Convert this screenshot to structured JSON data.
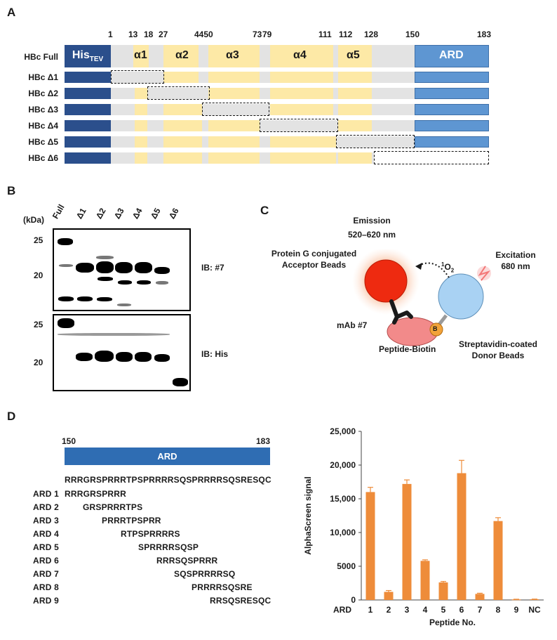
{
  "panel_labels": {
    "a": "A",
    "b": "B",
    "c": "C",
    "d": "D"
  },
  "panelA": {
    "positions": [
      "1",
      "13",
      "18",
      "27",
      "4450",
      "73",
      "79",
      "111",
      "112",
      "128",
      "150",
      "183"
    ],
    "full_label": "HBc Full",
    "his_main": "His",
    "his_sub": "TEV",
    "helices": [
      "α1",
      "α2",
      "α3",
      "α4",
      "α5"
    ],
    "ard": "ARD",
    "deletions": [
      "HBc Δ1",
      "HBc Δ2",
      "HBc Δ3",
      "HBc Δ4",
      "HBc Δ5",
      "HBc Δ6"
    ]
  },
  "panelB": {
    "kda": "(kDa)",
    "lanes": [
      "Full",
      "Δ1",
      "Δ2",
      "Δ3",
      "Δ4",
      "Δ5",
      "Δ6"
    ],
    "top_markers": [
      "25",
      "20"
    ],
    "bottom_markers": [
      "25",
      "20"
    ],
    "ib_top": "IB: #7",
    "ib_bottom": "IB: His"
  },
  "panelC": {
    "emission_line1": "Emission",
    "emission_line2": "520–620 nm",
    "acceptor_line1": "Protein G conjugated",
    "acceptor_line2": "Acceptor Beads",
    "oxygen_sup": "1",
    "oxygen": "O",
    "oxygen_sub": "2",
    "excitation_line1": "Excitation",
    "excitation_line2": "680 nm",
    "mab": "mAb #7",
    "peptide": "Peptide-Biotin",
    "biotin": "B",
    "donor_line1": "Streptavidin-coated",
    "donor_line2": "Donor Beads",
    "colors": {
      "acceptor": "#ee2a10",
      "donor": "#a9d2f3",
      "peptide": "#f28a8a",
      "biotin": "#f2a33a"
    }
  },
  "panelD": {
    "start": "150",
    "end": "183",
    "ard": "ARD",
    "full_sequence": "RRRGRSPRRRTPSPRRRRSQSPRRRRSQSRESQC",
    "peptides": [
      {
        "label": "ARD 1",
        "seq": "RRRGRSPRRR"
      },
      {
        "label": "ARD 2",
        "seq": "GRSPRRRTPS"
      },
      {
        "label": "ARD 3",
        "seq": "PRRRTPSPRR"
      },
      {
        "label": "ARD 4",
        "seq": "RTPSPRRRRS"
      },
      {
        "label": "ARD 5",
        "seq": "SPRRRRSQSP"
      },
      {
        "label": "ARD 6",
        "seq": "RRRSQSPRRR"
      },
      {
        "label": "ARD 7",
        "seq": "SQSPRRRRSQ"
      },
      {
        "label": "ARD 8",
        "seq": "PRRRRSQSRE"
      },
      {
        "label": "ARD 9",
        "seq": "RRSQSRESQC"
      }
    ]
  },
  "chart_data": {
    "type": "bar",
    "categories": [
      "1",
      "2",
      "3",
      "4",
      "5",
      "6",
      "7",
      "8",
      "9",
      "NC"
    ],
    "values": [
      16000,
      1200,
      17200,
      5800,
      2600,
      18800,
      900,
      11700,
      80,
      100
    ],
    "errors": [
      700,
      200,
      600,
      150,
      150,
      1900,
      100,
      500,
      30,
      30
    ],
    "ylabel": "AlphaScreen signal",
    "xlabel": "Peptide No.",
    "x_prefix": "ARD",
    "yticks": [
      "0",
      "5000",
      "10,000",
      "15,000",
      "20,000",
      "25,000"
    ],
    "ylim": [
      0,
      25000
    ],
    "bar_color": "#ee8c3a",
    "grid": false
  }
}
